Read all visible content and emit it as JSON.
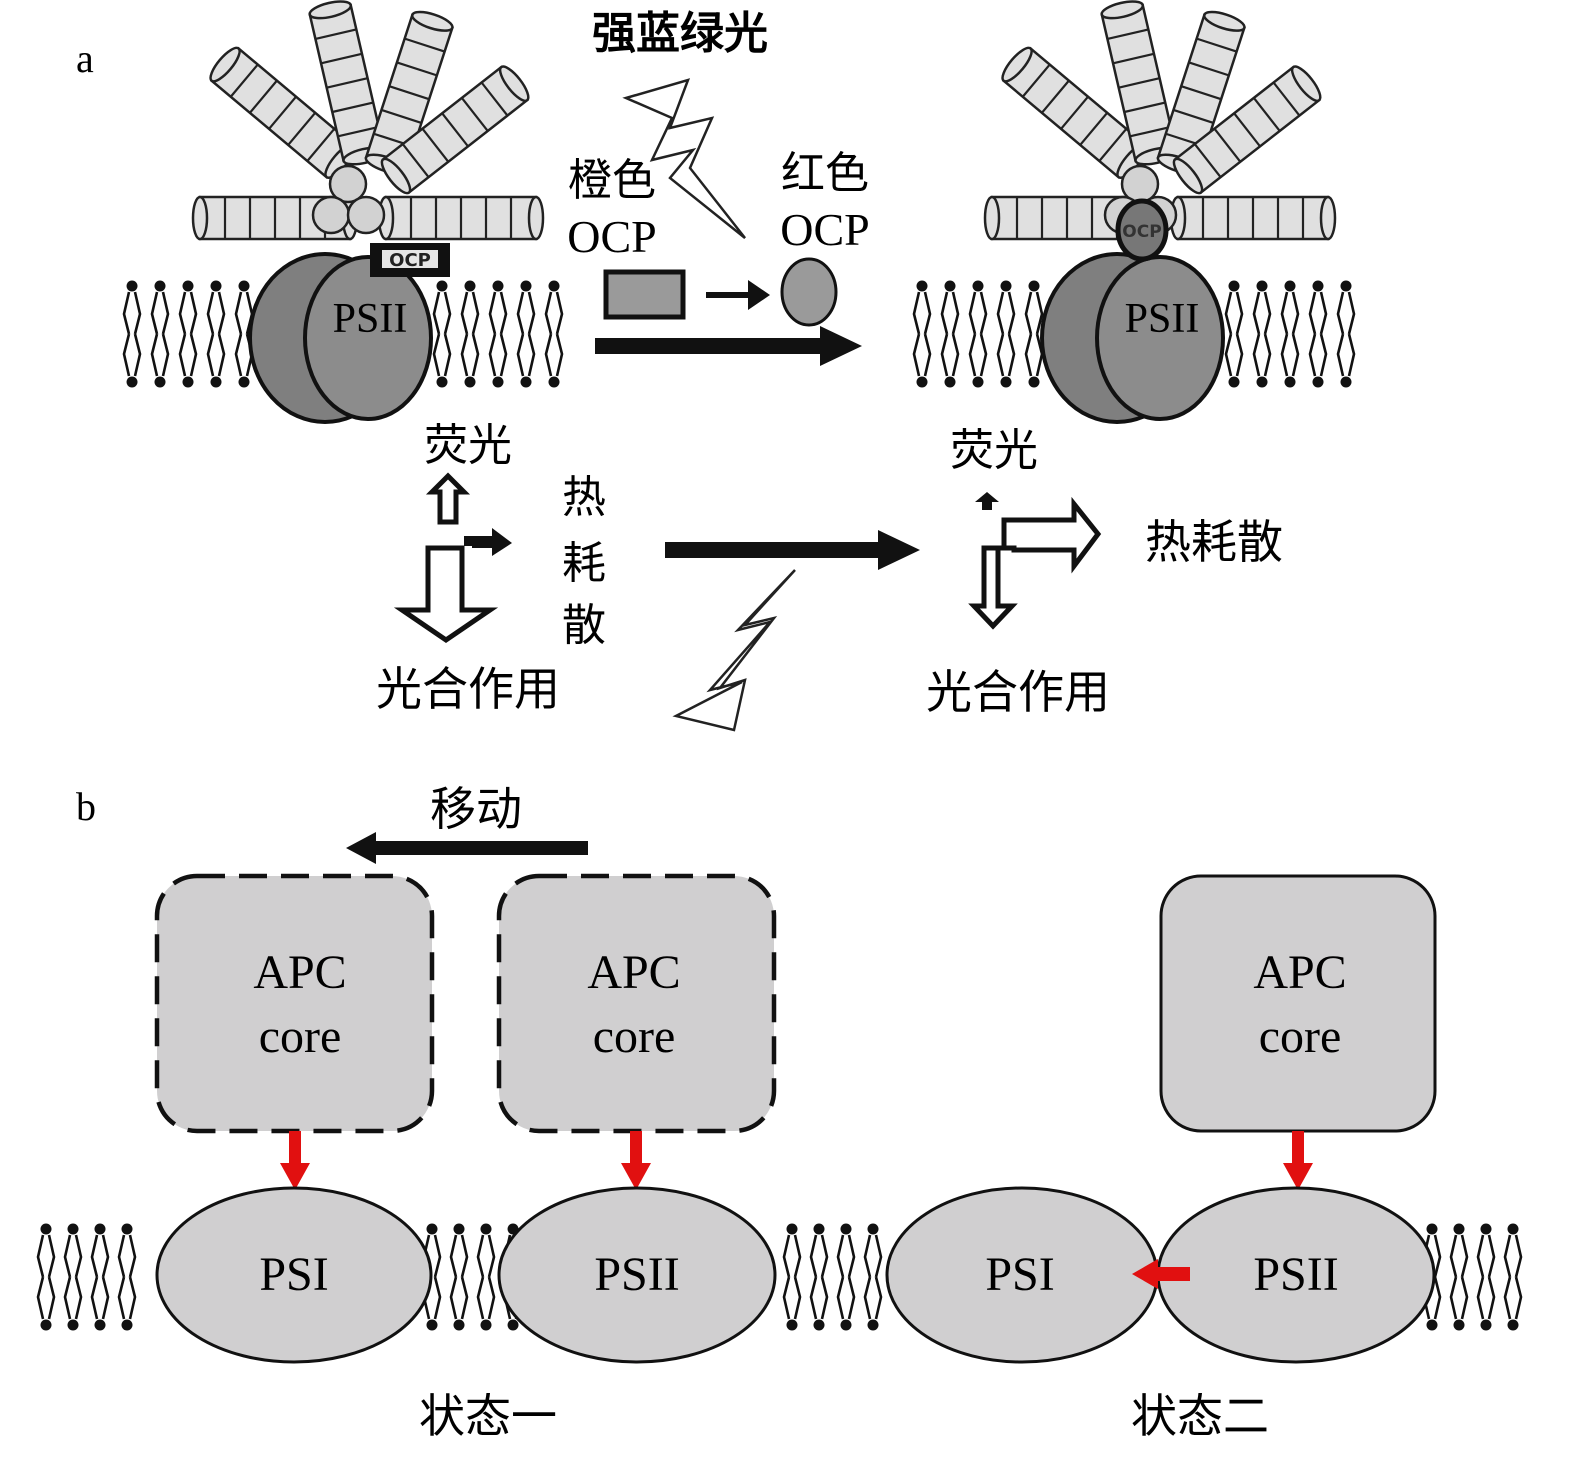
{
  "panel_a": {
    "label": "a",
    "light_title": "强蓝绿光",
    "orange_ocp_line1": "橙色",
    "orange_ocp_line2": "OCP",
    "red_ocp_line1": "红色",
    "red_ocp_line2": "OCP",
    "left_complex": {
      "psii": "PSII",
      "ocp_tag": "OCP"
    },
    "right_complex": {
      "psii": "PSII",
      "ocp_tag": "OCP"
    },
    "left_energy": {
      "fluorescence": "荧光",
      "heat_1": "热",
      "heat_2": "耗",
      "heat_3": "散",
      "photosynthesis": "光合作用"
    },
    "right_energy": {
      "fluorescence": "荧光",
      "heat": "热耗散",
      "photosynthesis": "光合作用"
    }
  },
  "panel_b": {
    "label": "b",
    "move_label": "移动",
    "state1": {
      "label": "状态一",
      "apc_left": {
        "line1": "APC",
        "line2": "core"
      },
      "apc_right": {
        "line1": "APC",
        "line2": "core"
      },
      "psi": "PSI",
      "psii": "PSII"
    },
    "state2": {
      "label": "状态二",
      "apc": {
        "line1": "APC",
        "line2": "core"
      },
      "psi": "PSI",
      "psii": "PSII"
    }
  },
  "colors": {
    "light_gray": "#d6d6d6",
    "dark_gray": "#8c8c8c",
    "box_gray": "#d0cfd0",
    "energy_arrow": "#e11010",
    "stroke": "#111111"
  }
}
